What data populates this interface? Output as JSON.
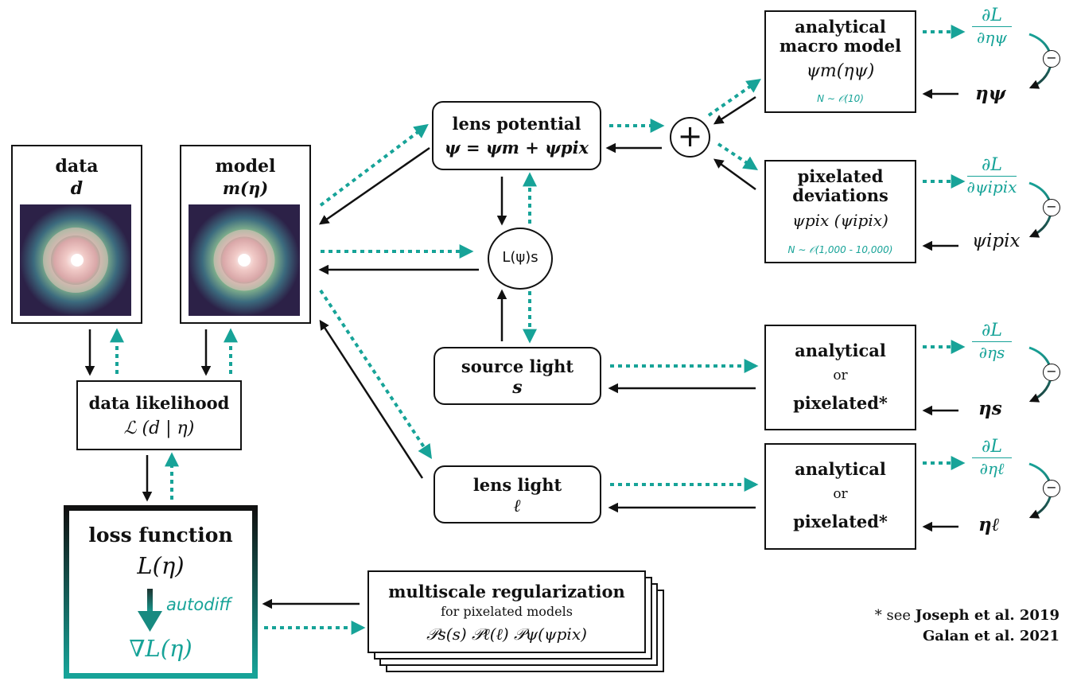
{
  "data_box": {
    "title": "data",
    "symbol": "d"
  },
  "model_box": {
    "title": "model",
    "symbol": "m(η)"
  },
  "likelihood_box": {
    "title": "data likelihood",
    "formula": "ℒ (d | η)"
  },
  "loss_box": {
    "title": "loss function",
    "formula": "L(η)",
    "autodiff": "autodiff",
    "gradient": "∇L(η)"
  },
  "lens_potential": {
    "title": "lens potential",
    "formula": "ψ = ψm + ψpix"
  },
  "operator": {
    "label": "L(ψ)s"
  },
  "plus": {
    "label": "+"
  },
  "source_light": {
    "title": "source light",
    "symbol": "s"
  },
  "lens_light": {
    "title": "lens light",
    "symbol": "ℓ"
  },
  "macro_model": {
    "line1": "analytical",
    "line2": "macro model",
    "formula": "ψm(ηψ)",
    "count": "N ∼ 𝒪(10)"
  },
  "pixel_dev": {
    "line1": "pixelated",
    "line2": "deviations",
    "formula": "ψpix (ψipix)",
    "count": "N ∼ 𝒪(1,000 - 10,000)"
  },
  "source_model": {
    "line1": "analytical",
    "line2": "or",
    "line3": "pixelated*"
  },
  "lens_light_model": {
    "line1": "analytical",
    "line2": "or",
    "line3": "pixelated*"
  },
  "gradients": {
    "g1": {
      "num": "∂L",
      "den": "∂ηψ"
    },
    "g2": {
      "num": "∂L",
      "den": "∂ψipix"
    },
    "g3": {
      "num": "∂L",
      "den": "∂ηs"
    },
    "g4": {
      "num": "∂L",
      "den": "∂ηℓ"
    }
  },
  "params": {
    "p1": "ηψ",
    "p2": "ψipix",
    "p3": "ηs",
    "p4": "ηℓ"
  },
  "minus_sign": "−",
  "regularization": {
    "title": "multiscale regularization",
    "subtitle": "for pixelated models",
    "terms": "𝒫s(s)   𝒫ℓ(ℓ)   𝒫ψ(ψpix)"
  },
  "footnote": {
    "line1_prefix": "* see",
    "line1_ref": "Joseph et al. 2019",
    "line2_ref": "Galan et al. 2021"
  },
  "colors": {
    "teal": "#17a398",
    "black": "#111111",
    "loss_gradient_top": "#111111",
    "loss_gradient_bottom": "#17a398"
  }
}
